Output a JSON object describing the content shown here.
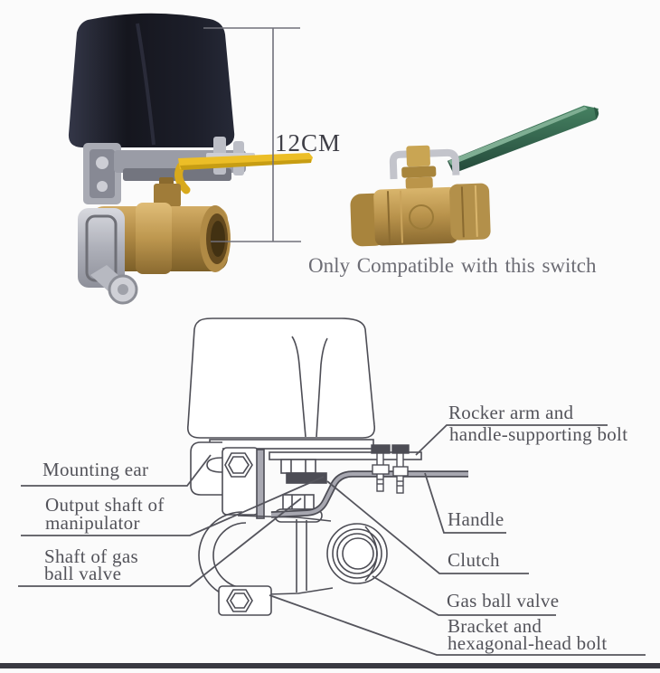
{
  "page": {
    "background": "#fbfbfb",
    "bottom_bar_color": "#393941"
  },
  "top_section": {
    "dimension_label": "12CM",
    "caption": "Only Compatible with this switch",
    "colors": {
      "actuator_cap_black": "#1b1c25",
      "actuator_handle_yellow": "#e9be27",
      "valve_brass": "#b08a45",
      "switch_handle_green": "#30624a",
      "metal_silver": "#c3c4cb",
      "dimension_line": "#71717a"
    }
  },
  "diagram": {
    "line_color": "#4d4d55",
    "leader_color": "#55555d",
    "labels": {
      "mounting_ear": "Mounting ear",
      "output_shaft_line1": "Output shaft of",
      "output_shaft_line2": "manipulator",
      "shaft_gas_line1": "Shaft of gas",
      "shaft_gas_line2": "ball valve",
      "rocker_line1": "Rocker arm and",
      "rocker_line2": "handle-supporting bolt",
      "handle": "Handle",
      "clutch": "Clutch",
      "gas_ball_valve": "Gas ball valve",
      "bracket_line1": "Bracket and",
      "bracket_line2": "hexagonal-head bolt"
    }
  }
}
